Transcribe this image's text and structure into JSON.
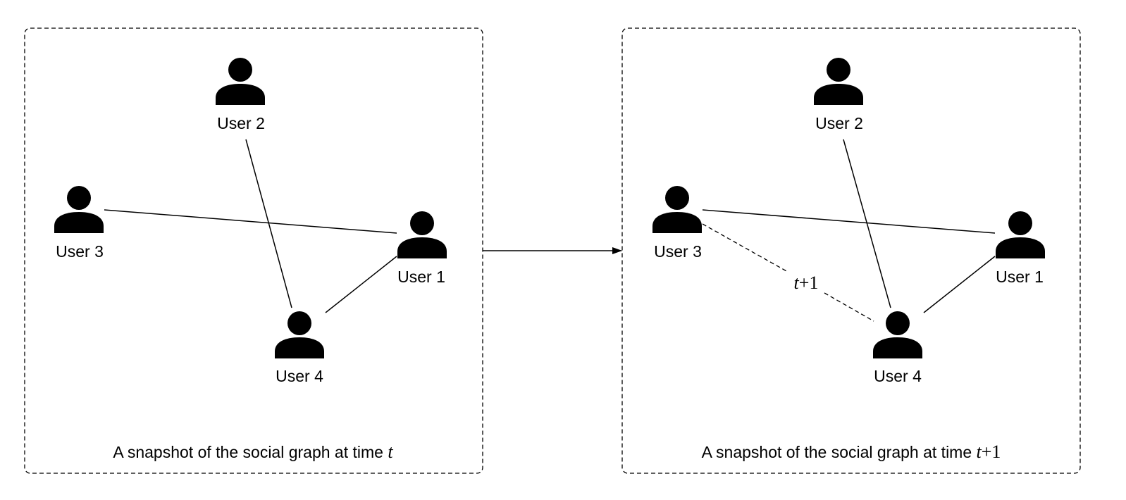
{
  "left_panel": {
    "caption_prefix": "A snapshot of the social graph at time ",
    "caption_time": "t",
    "users": [
      {
        "id": "user-1",
        "label": "User 1"
      },
      {
        "id": "user-2",
        "label": "User 2"
      },
      {
        "id": "user-3",
        "label": "User 3"
      },
      {
        "id": "user-4",
        "label": "User 4"
      }
    ],
    "edges": [
      {
        "from": "User 3",
        "to": "User 1"
      },
      {
        "from": "User 2",
        "to": "User 4"
      },
      {
        "from": "User 4",
        "to": "User 1"
      }
    ]
  },
  "right_panel": {
    "caption_prefix": "A snapshot of the social graph at time ",
    "caption_time_var": "t",
    "caption_time_rest": "+1",
    "users": [
      {
        "id": "user-1",
        "label": "User 1"
      },
      {
        "id": "user-2",
        "label": "User 2"
      },
      {
        "id": "user-3",
        "label": "User 3"
      },
      {
        "id": "user-4",
        "label": "User 4"
      }
    ],
    "edges": [
      {
        "from": "User 3",
        "to": "User 1"
      },
      {
        "from": "User 2",
        "to": "User 4"
      },
      {
        "from": "User 4",
        "to": "User 1"
      },
      {
        "from": "User 3",
        "to": "User 4",
        "style": "dashed",
        "label_var": "t",
        "label_rest": "+1"
      }
    ]
  },
  "colors": {
    "stroke": "#000000",
    "background": "#ffffff"
  },
  "icons": {
    "user": "person-icon"
  }
}
